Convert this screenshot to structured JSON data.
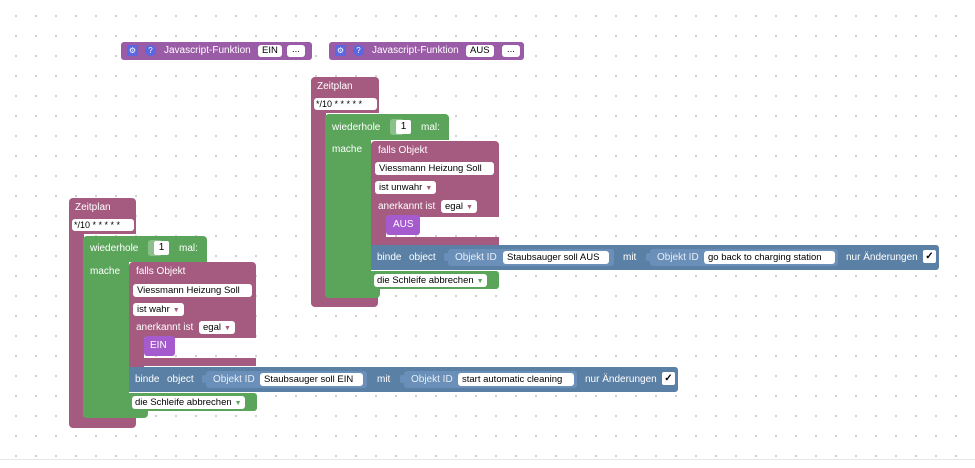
{
  "functions": [
    {
      "label": "Javascript-Funktion",
      "value": "EIN",
      "more": "...",
      "gear_icon": "⚙",
      "help_icon": "?"
    },
    {
      "label": "Javascript-Funktion",
      "value": "AUS",
      "more": "...",
      "gear_icon": "⚙",
      "help_icon": "?"
    }
  ],
  "stacks": [
    {
      "schedule_label": "Zeitplan",
      "cron": "*/10 * * * * *",
      "repeat_label": "wiederhole",
      "repeat_count": "1",
      "times_label": "mal:",
      "do_label": "mache",
      "if_label": "falls Objekt",
      "object_name": "Viessmann Heizung Soll",
      "condition": "ist unwahr",
      "ack_label": "anerkannt ist",
      "ack_value": "egal",
      "call_value": "AUS",
      "bind_label": "binde",
      "object_label": "object",
      "objid_label": "Objekt ID",
      "bind_object": "Staubsauger soll AUS",
      "with_label": "mit",
      "objid2_label": "Objekt ID",
      "bind_target": "go back to charging station",
      "changes_label": "nur Änderungen",
      "check": "✓",
      "break_label": "die Schleife abbrechen"
    },
    {
      "schedule_label": "Zeitplan",
      "cron": "*/10 * * * * *",
      "repeat_label": "wiederhole",
      "repeat_count": "1",
      "times_label": "mal:",
      "do_label": "mache",
      "if_label": "falls Objekt",
      "object_name": "Viessmann Heizung Soll",
      "condition": "ist wahr",
      "ack_label": "anerkannt ist",
      "ack_value": "egal",
      "call_value": "EIN",
      "bind_label": "binde",
      "object_label": "object",
      "objid_label": "Objekt ID",
      "bind_object": "Staubsauger soll EIN",
      "with_label": "mit",
      "objid2_label": "Objekt ID",
      "bind_target": "start automatic cleaning",
      "changes_label": "nur Änderungen",
      "check": "✓",
      "break_label": "die Schleife abbrechen"
    }
  ],
  "colors": {
    "logic": "#a55b80",
    "loop": "#5ba55b",
    "bind": "#5b80a5",
    "call": "#a55bcd",
    "function": "#9a5ca6"
  }
}
